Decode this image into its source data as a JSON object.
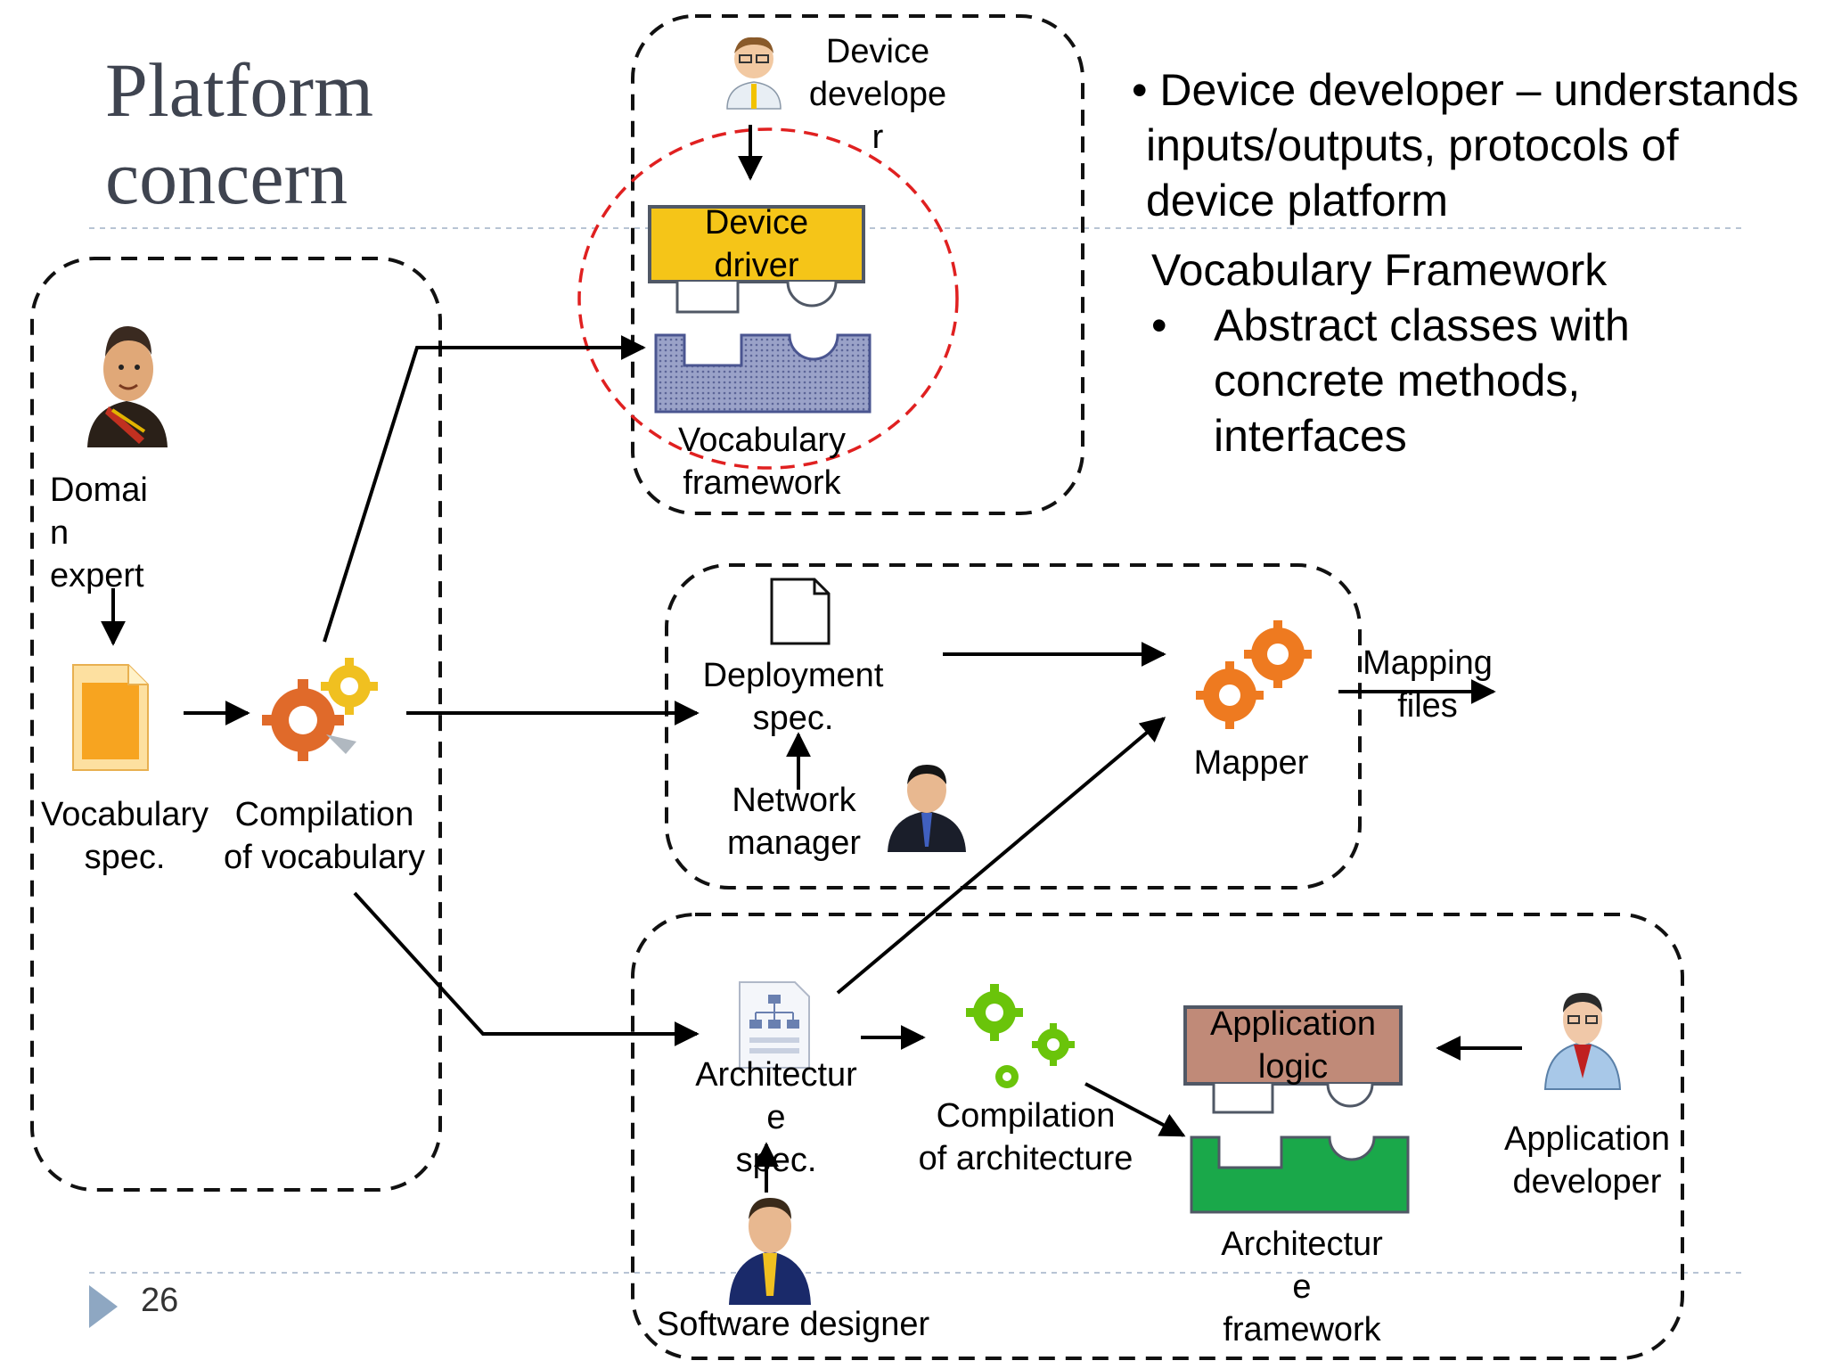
{
  "slide": {
    "title": "Platform\nconcern",
    "page_number": "26"
  },
  "bullets": {
    "device_developer_line1": "• Device developer – understands",
    "device_developer_line2": "inputs/outputs,  protocols  of",
    "device_developer_line3": "device platform",
    "vocab_framework_heading": "Vocabulary Framework",
    "vocab_bullet_symbol": "•",
    "vocab_line1": "Abstract classes with",
    "vocab_line2": "concrete methods,",
    "vocab_line3": "interfaces"
  },
  "nodes": {
    "device_developer": "Device\ndevelope\nr",
    "device_driver": "Device\ndriver",
    "vocabulary_framework": "Vocabulary\nframework",
    "domain_expert": "Domai\nn\n expert",
    "vocabulary_spec": "Vocabulary\nspec.",
    "compilation_of_vocabulary": "Compilation\nof  vocabulary",
    "deployment_spec": "Deployment\nspec.",
    "network_manager": "Network\nmanager",
    "mapper": "Mapper",
    "mapping_files": "Mapping\nfiles",
    "architecture_spec": "Architectur\ne\nspec.",
    "software_designer": "Software  designer",
    "compilation_of_architecture": "Compilation\nof architecture",
    "application_logic": "Application\nlogic",
    "architecture_framework": "Architectur\ne\nframework",
    "application_developer": "Application\ndeveloper"
  },
  "icons": {
    "device_developer": "person-glasses-icon",
    "domain_expert": "professor-icon",
    "vocabulary_spec": "orange-document-icon",
    "compilation_of_vocabulary": "gears-icon",
    "deployment_spec": "blank-document-icon",
    "network_manager": "businessman-icon",
    "mapper": "orange-gears-icon",
    "architecture_spec": "org-chart-document-icon",
    "software_designer": "businessman-tie-icon",
    "compilation_of_architecture": "green-gears-icon",
    "application_developer": "developer-icon"
  },
  "colors": {
    "device_driver": "#f5c518",
    "application_logic": "#c08a78",
    "architecture_framework": "#1aa84a",
    "vocabulary_framework": "#8a96c0",
    "highlight_circle": "#e02020",
    "title": "#3f4450"
  }
}
